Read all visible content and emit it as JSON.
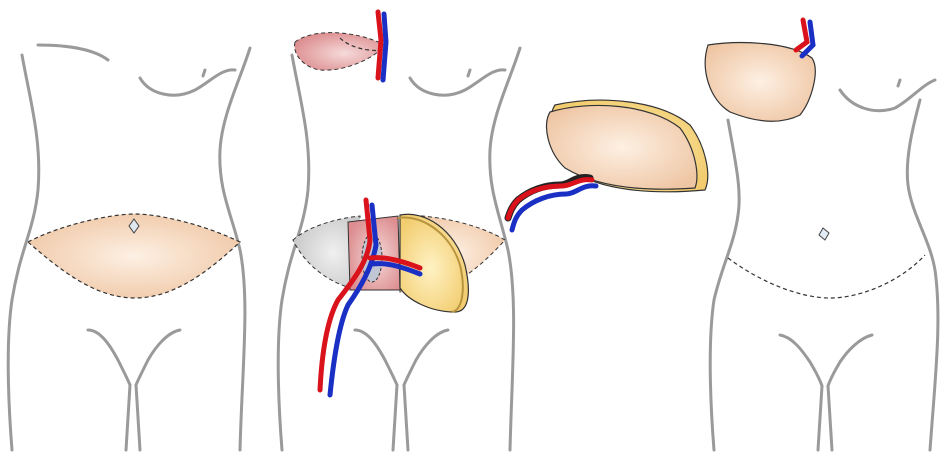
{
  "figure": {
    "panels": [
      {
        "id": "donor-site",
        "content": "torso-with-lower-abdominal-flap-outline"
      },
      {
        "id": "flap-harvest",
        "content": "flap-elevated-with-pedicle-and-breast-recipient"
      },
      {
        "id": "flap-transfer",
        "content": "free-flap-with-vascular-pedicle"
      },
      {
        "id": "reconstruction-result",
        "content": "reconstructed-breast-and-abdominal-scar"
      }
    ],
    "colors": {
      "body_outline": "#9a9a9a",
      "flap_skin": "#f2c9a8",
      "flap_fat": "#f5d98a",
      "muscle": "#d98b8b",
      "artery": "#d9121b",
      "vein": "#1a2fc4",
      "excised_area": "#d4d4d4"
    }
  }
}
